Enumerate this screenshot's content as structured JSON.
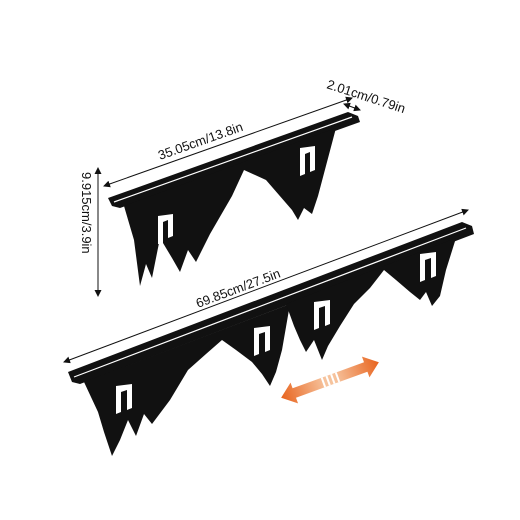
{
  "dimensions": {
    "depth": "2.01cm/0.79in",
    "short_length": "35.05cm/13.8in",
    "height": "9.915cm/3.9in",
    "extended_length": "69.85cm/27.5in"
  },
  "colors": {
    "rack": "#111111",
    "bracket_edge": "#2b2b2b",
    "cutout": "#ffffff",
    "dimension_line": "#111111",
    "arrow_dark": "#e8641e",
    "arrow_light": "#f6c39d"
  },
  "icons": {
    "extend_arrow": "double-arrow-icon"
  }
}
